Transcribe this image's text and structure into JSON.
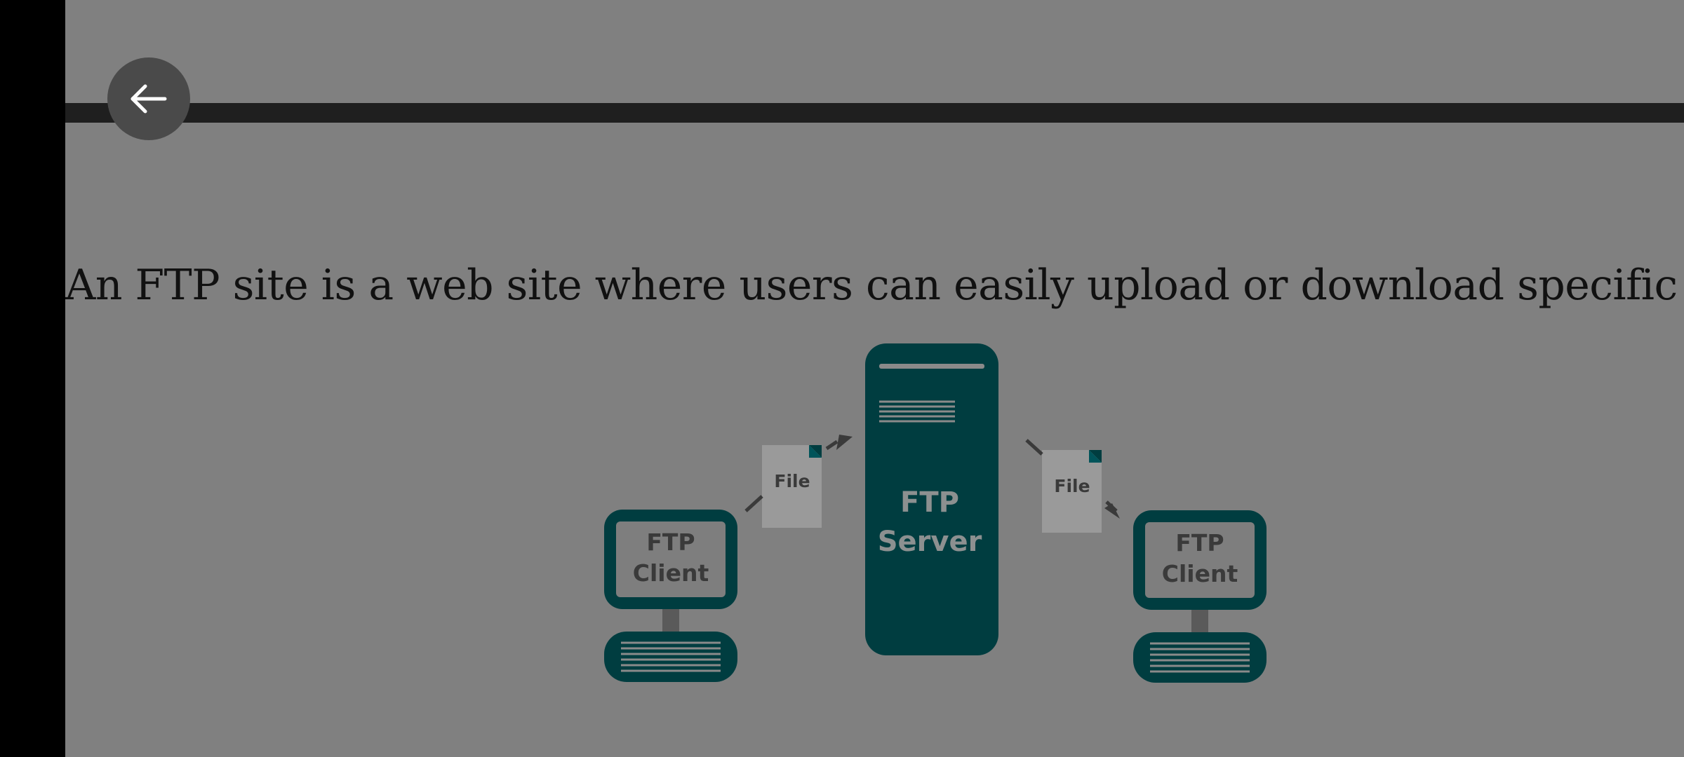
{
  "nav": {
    "back_icon": "arrow-left-icon"
  },
  "slide": {
    "caption": "An FTP site is a web site where users can easily upload or download specific files."
  },
  "diagram": {
    "server_line1": "FTP",
    "server_line2": "Server",
    "client_left_line1": "FTP",
    "client_left_line2": "Client",
    "client_right_line1": "FTP",
    "client_right_line2": "Client",
    "file_left": "File",
    "file_right": "File"
  },
  "colors": {
    "teal": "#003d40",
    "overlay": "#808080",
    "file_paper": "#9a9a9a",
    "arrow": "#3a3a3a"
  }
}
